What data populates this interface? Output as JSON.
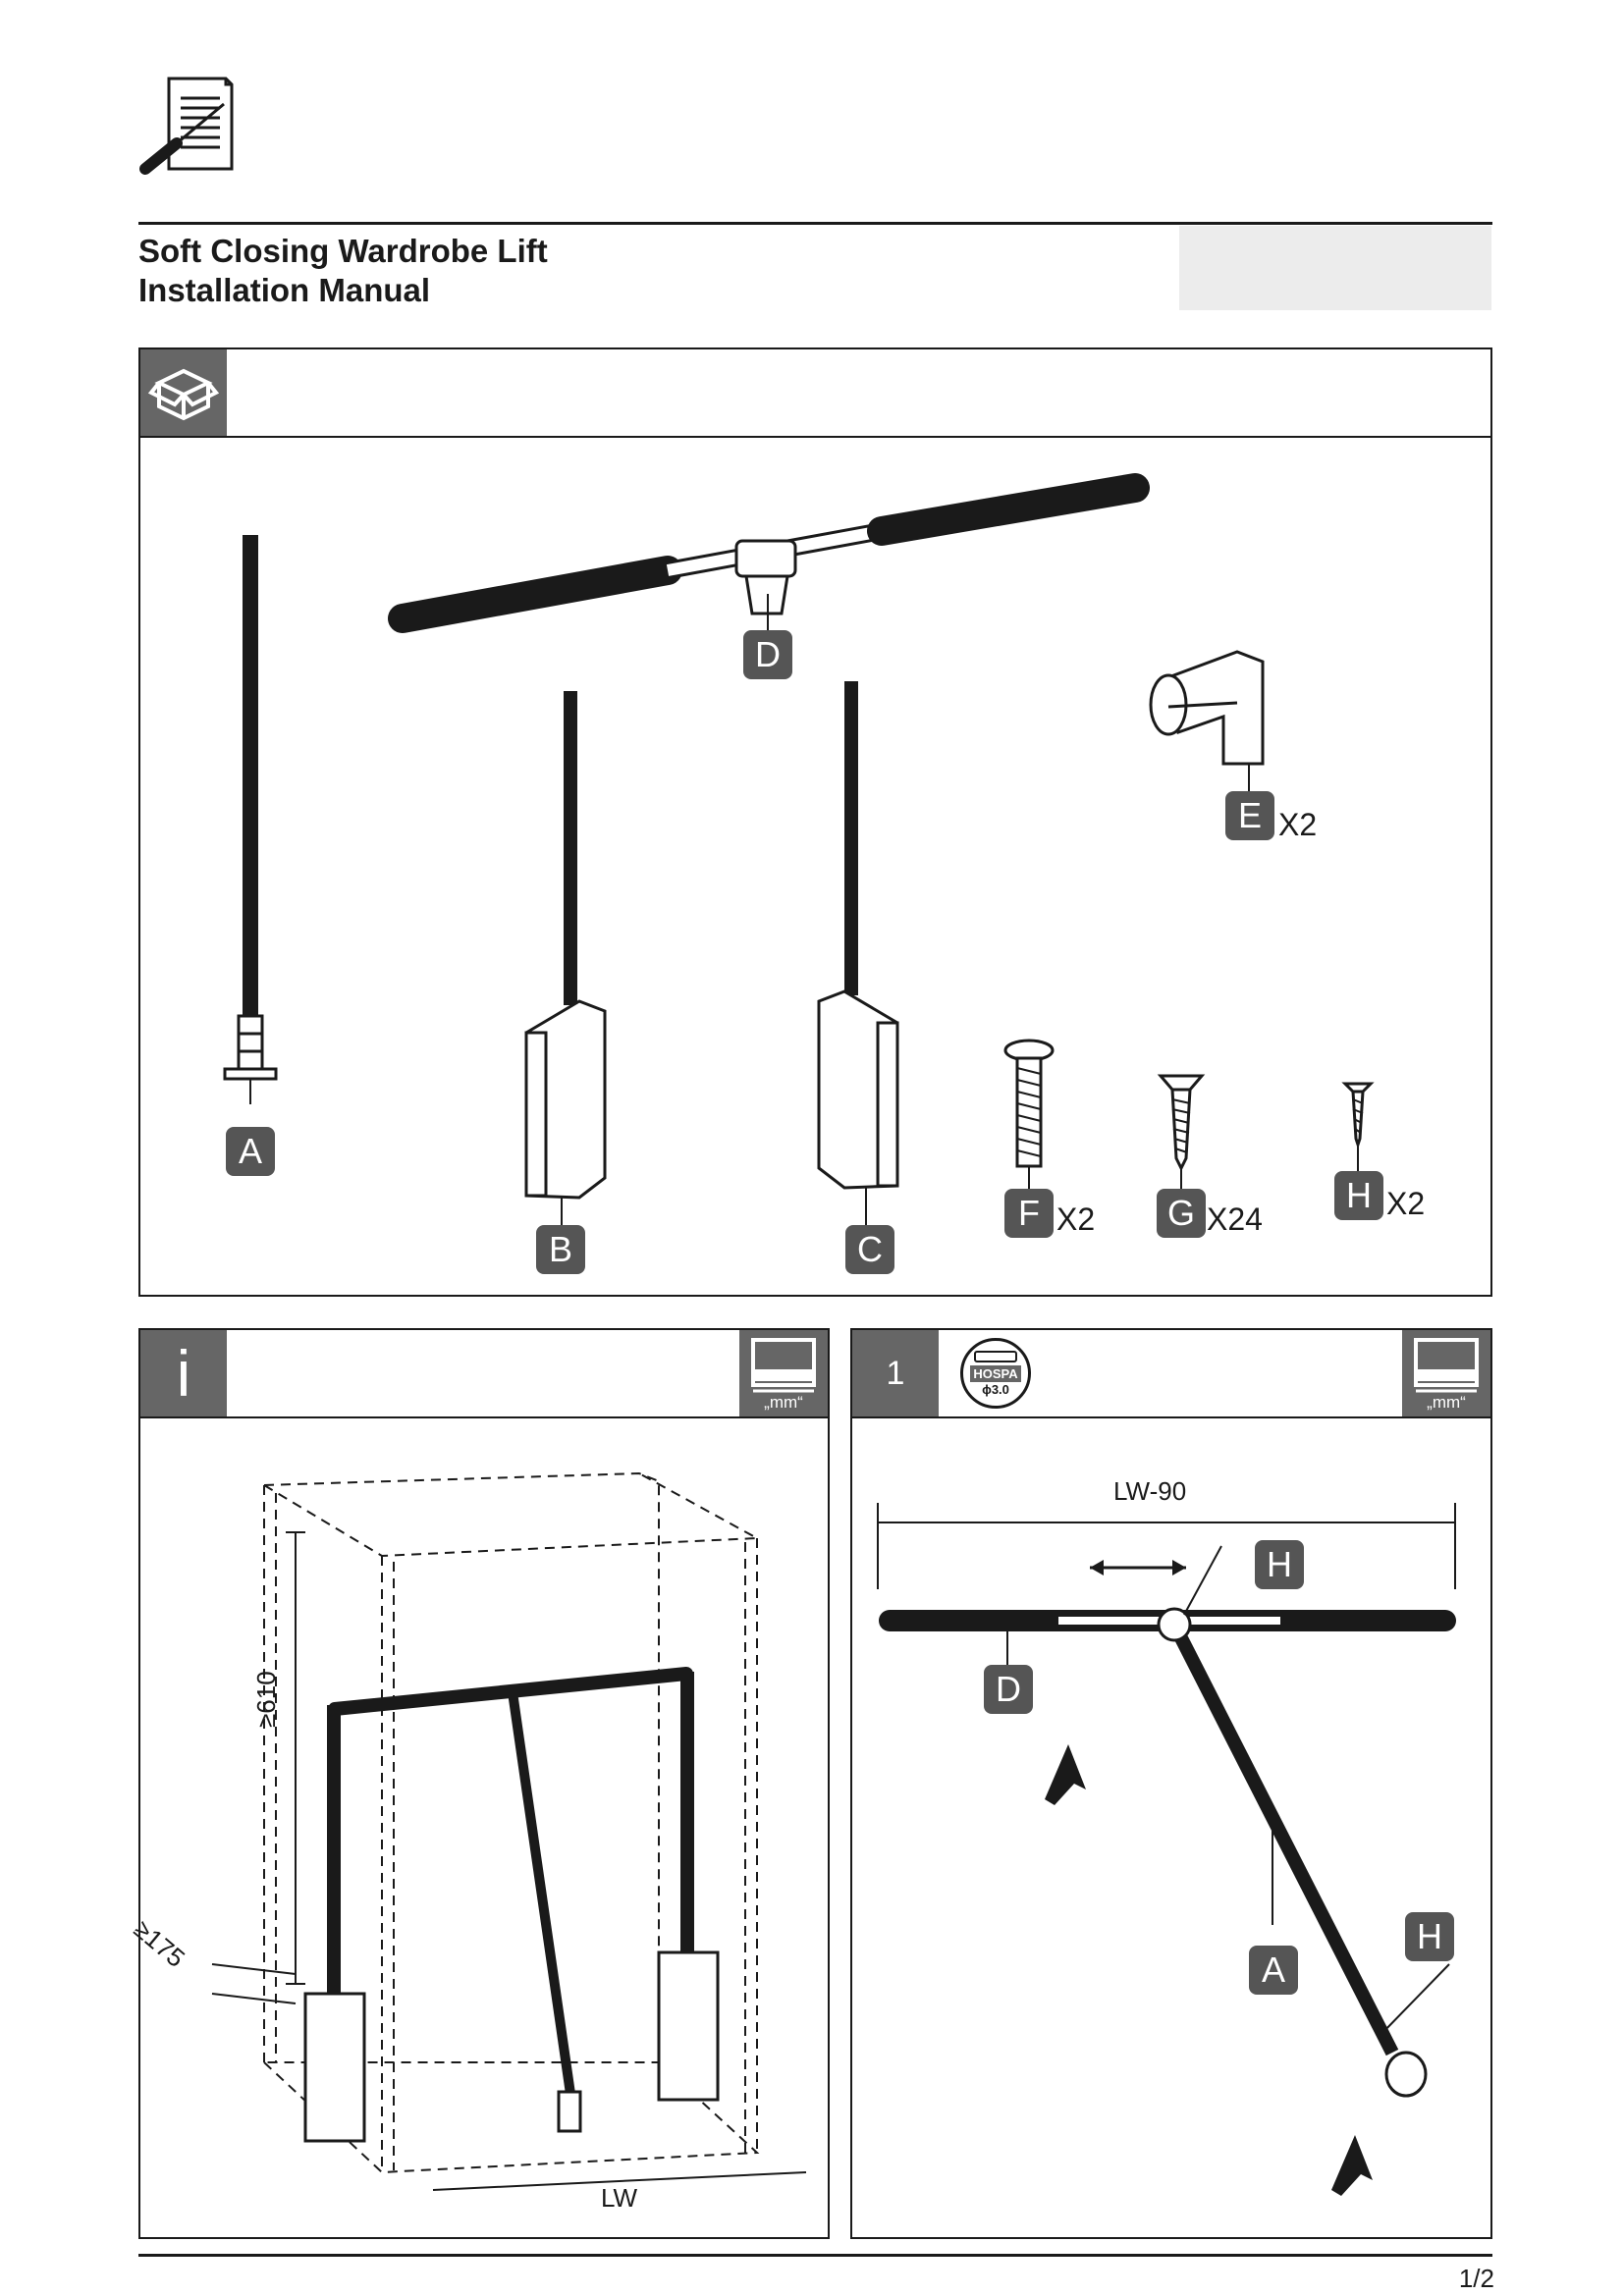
{
  "header": {
    "title_line1": "Soft Closing Wardrobe Lift",
    "title_line2": "Installation Manual"
  },
  "parts": {
    "A": "A",
    "B": "B",
    "C": "C",
    "D": "D",
    "E": "E",
    "F": "F",
    "G": "G",
    "H": "H",
    "qty_E": "X2",
    "qty_F": "X2",
    "qty_G": "X24",
    "qty_H": "X2"
  },
  "info_panel": {
    "icon": "i",
    "unit": "„mm“",
    "dim_height": "≥610",
    "dim_depth": "≥175",
    "dim_width": "LW"
  },
  "step1_panel": {
    "step_number": "1",
    "tool_brand": "HOSPA",
    "tool_size": "ϕ3.0",
    "unit": "„mm“",
    "dim_length": "LW-90",
    "label_D": "D",
    "label_A": "A",
    "label_H1": "H",
    "label_H2": "H"
  },
  "footer": {
    "page": "1/2"
  },
  "icons": [
    "manual-screwdriver-icon",
    "box-parts-icon",
    "info-icon",
    "mm-unit-icon",
    "hospa-screwdriver-icon"
  ],
  "colors": {
    "dark": "#1a1a1a",
    "grey": "#666666",
    "label_bg": "#555555",
    "light_box": "#ececec"
  }
}
